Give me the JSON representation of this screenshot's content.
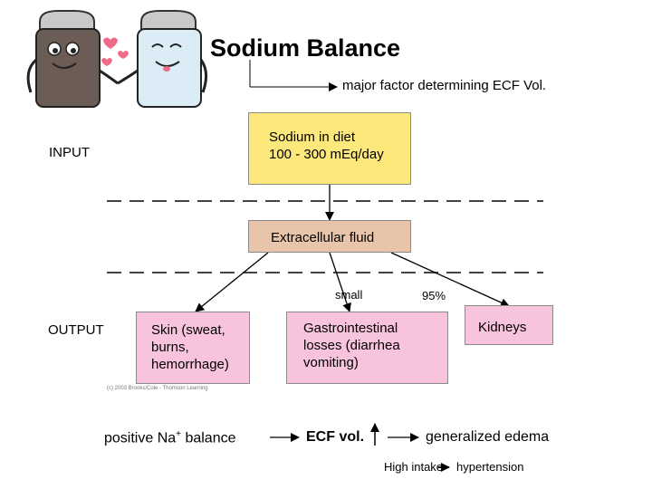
{
  "title": "Sodium Balance",
  "subtitle": "major factor determining ECF Vol.",
  "input_label": "INPUT",
  "output_label": "OUTPUT",
  "input_box": {
    "line1": "Sodium in diet",
    "line2": "100 - 300 mEq/day"
  },
  "ecf_box": {
    "text": "Extracellular fluid"
  },
  "branch_labels": {
    "small": "small",
    "major": "95%"
  },
  "outputs": {
    "skin": {
      "line1": "Skin (sweat,",
      "line2": "burns,",
      "line3": "hemorrhage)"
    },
    "gi": {
      "line1": "Gastrointestinal",
      "line2": "losses (diarrhea",
      "line3": "vomiting)"
    },
    "kidneys": {
      "text": "Kidneys"
    }
  },
  "copyright": "(c) 2003 Brooks/Cole - Thomson Learning",
  "bottom": {
    "positive_prefix": "positive Na",
    "positive_sup": "+",
    "positive_suffix": " balance",
    "ecf": "ECF vol.",
    "edema": "generalized edema"
  },
  "hypertension": {
    "left": "High intake",
    "right": "hypertension"
  },
  "colors": {
    "input_box": "#fde87b",
    "ecf_box": "#e8c4aa",
    "output_boxes": "#f8c4dd",
    "salt_shaker": "#6b5d55",
    "pepper_shaker": "#dcecf6"
  },
  "icons": [
    "salt-and-pepper-shakers-icon",
    "hearts-icon",
    "arrow-right-icon",
    "arrow-up-icon"
  ]
}
